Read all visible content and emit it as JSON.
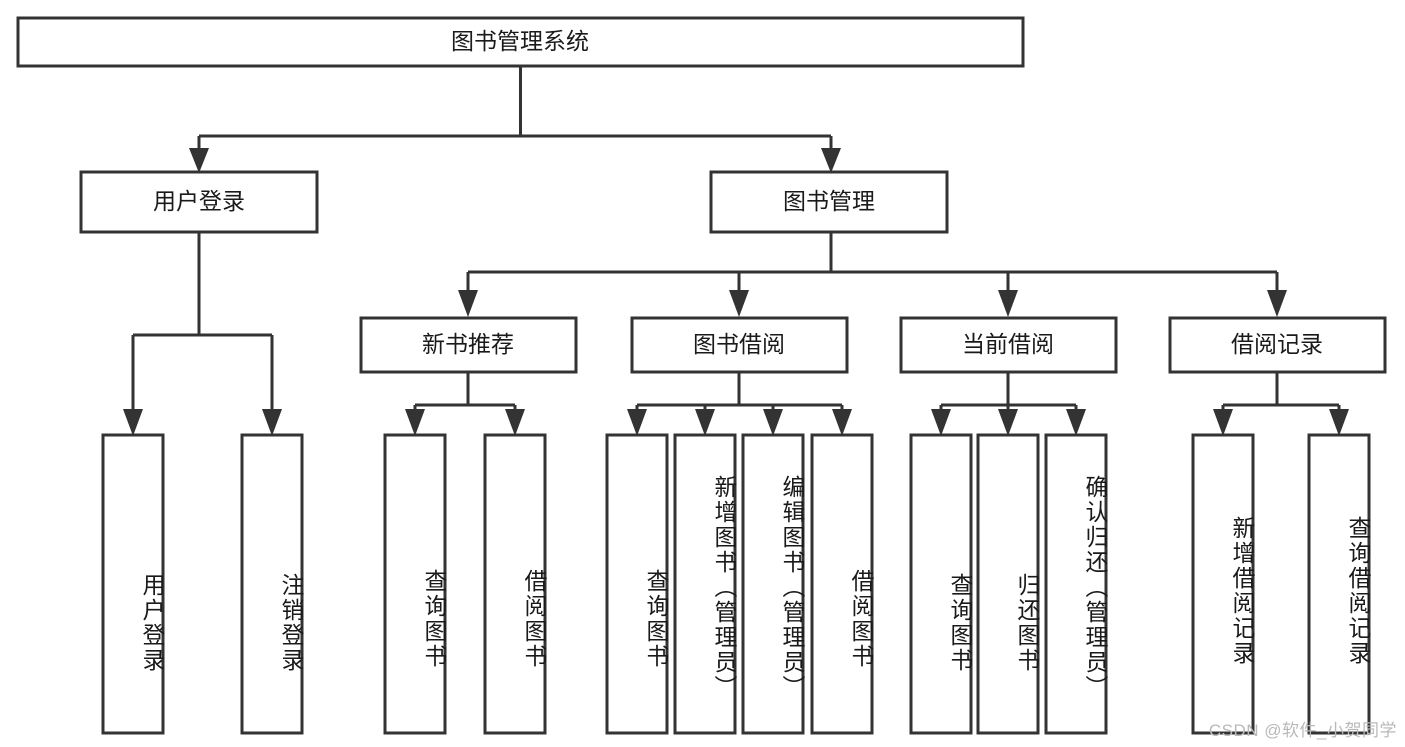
{
  "diagram": {
    "title": "图书管理系统",
    "type": "tree-hierarchy",
    "watermark": "CSDN @软件_小贺同学",
    "colors": {
      "box_stroke": "#333333",
      "box_fill": "#ffffff",
      "text": "#1a1a1a",
      "watermark": "#b9b9b9",
      "background": "#ffffff"
    },
    "root": {
      "label": "图书管理系统"
    },
    "level2": [
      {
        "label": "用户登录"
      },
      {
        "label": "图书管理"
      }
    ],
    "level3": [
      {
        "label": "新书推荐"
      },
      {
        "label": "图书借阅"
      },
      {
        "label": "当前借阅"
      },
      {
        "label": "借阅记录"
      }
    ],
    "leaves": {
      "user_login": [
        {
          "label": "用户登录"
        },
        {
          "label": "注销登录"
        }
      ],
      "new_book_recommend": [
        {
          "label": "查询图书"
        },
        {
          "label": "借阅图书"
        }
      ],
      "book_borrow": [
        {
          "label": "查询图书"
        },
        {
          "label": "新增图书（管理员）"
        },
        {
          "label": "编辑图书（管理员）"
        },
        {
          "label": "借阅图书"
        }
      ],
      "current_borrow": [
        {
          "label": "查询图书"
        },
        {
          "label": "归还图书"
        },
        {
          "label": "确认归还（管理员）"
        }
      ],
      "borrow_records": [
        {
          "label": "新增借阅记录"
        },
        {
          "label": "查询借阅记录"
        }
      ]
    }
  }
}
